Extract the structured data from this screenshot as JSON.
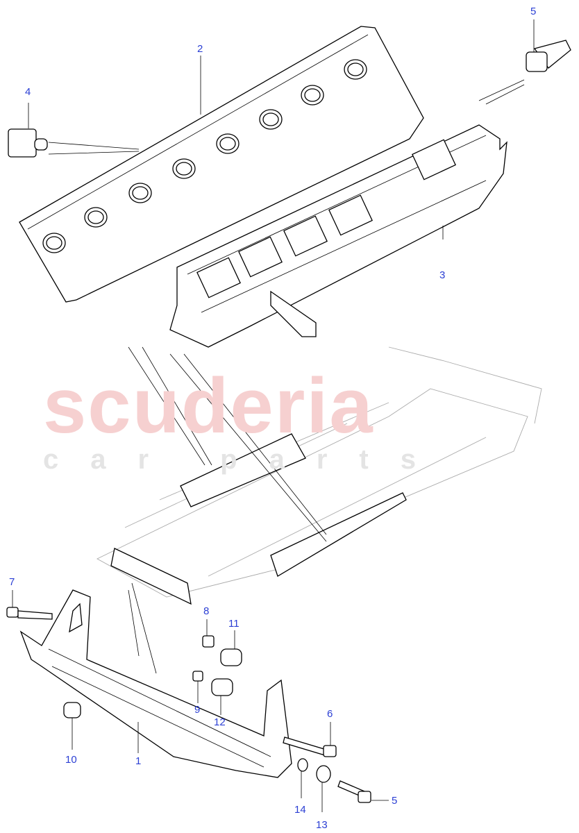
{
  "watermark": {
    "brand": "scuderia",
    "tagline": "car parts"
  },
  "callouts": [
    {
      "id": "1",
      "label": "1"
    },
    {
      "id": "2",
      "label": "2"
    },
    {
      "id": "3",
      "label": "3"
    },
    {
      "id": "4",
      "label": "4"
    },
    {
      "id": "5a",
      "label": "5"
    },
    {
      "id": "5b",
      "label": "5"
    },
    {
      "id": "6",
      "label": "6"
    },
    {
      "id": "7",
      "label": "7"
    },
    {
      "id": "8",
      "label": "8"
    },
    {
      "id": "9",
      "label": "9"
    },
    {
      "id": "10",
      "label": "10"
    },
    {
      "id": "11",
      "label": "11"
    },
    {
      "id": "12",
      "label": "12"
    },
    {
      "id": "13",
      "label": "13"
    },
    {
      "id": "14",
      "label": "14"
    }
  ],
  "colors": {
    "callout": "#2b3fd4",
    "watermark": "#f6d0d0"
  }
}
